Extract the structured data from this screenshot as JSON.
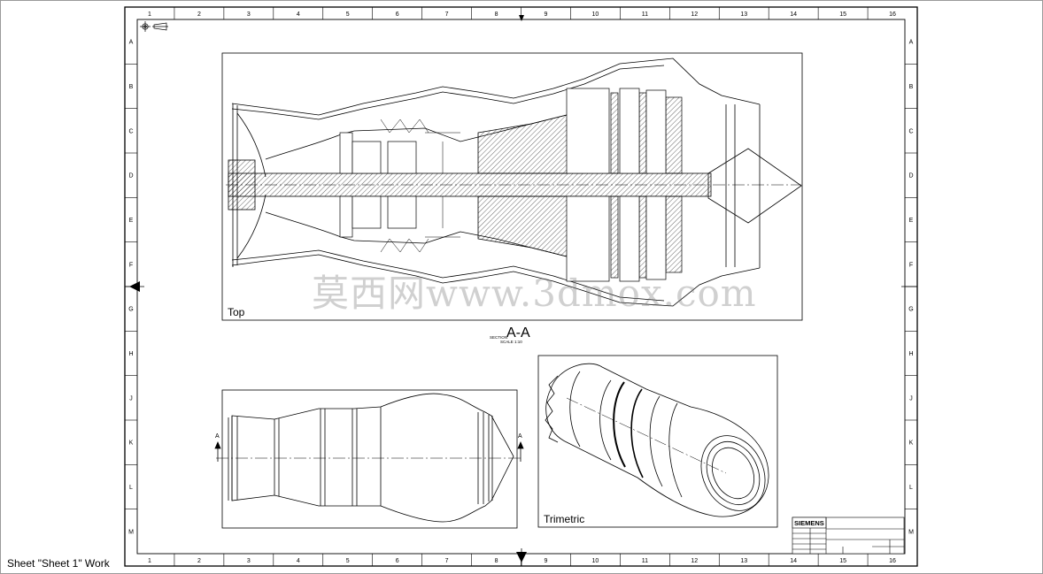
{
  "status_bar": {
    "text": "Sheet \"Sheet 1\" Work"
  },
  "border": {
    "columns": [
      "1",
      "2",
      "3",
      "4",
      "5",
      "6",
      "7",
      "8",
      "9",
      "10",
      "11",
      "12",
      "13",
      "14",
      "15",
      "16"
    ],
    "rows": [
      "A",
      "B",
      "C",
      "D",
      "E",
      "F",
      "G",
      "H",
      "J",
      "K",
      "L",
      "M"
    ]
  },
  "views": {
    "top": {
      "label": "Top"
    },
    "front": {
      "section_marker_left": "A",
      "section_marker_right": "A"
    },
    "trimetric": {
      "label": "Trimetric"
    }
  },
  "section": {
    "word": "SECTION",
    "name": "A-A",
    "scale": "SCALE 1:10"
  },
  "watermark": {
    "text": "莫西网www.3dmox.com"
  },
  "title_block": {
    "logo": "SIEMENS"
  }
}
